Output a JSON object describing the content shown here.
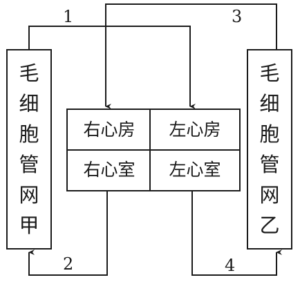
{
  "capillary_a": {
    "label": "毛细胞管网甲"
  },
  "capillary_b": {
    "label": "毛细胞管网乙"
  },
  "heart": {
    "right_atrium": "右心房",
    "left_atrium": "左心房",
    "right_ventricle": "右心室",
    "left_ventricle": "左心室"
  },
  "paths": {
    "p1": "1",
    "p2": "2",
    "p3": "3",
    "p4": "4"
  },
  "colors": {
    "ink": "#1a1a1a",
    "background": "#ffffff"
  }
}
